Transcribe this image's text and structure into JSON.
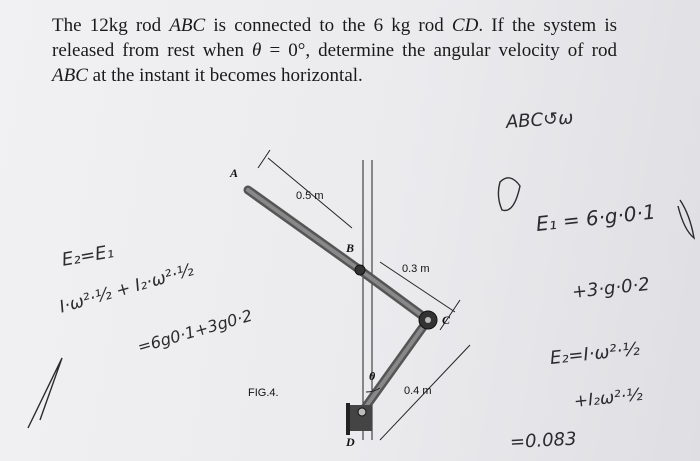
{
  "problem": {
    "line1_pre": "The 12kg rod ",
    "rod1": "ABC",
    "line1_mid": " is connected to the 6 kg rod ",
    "rod2": "CD",
    "line1_post": ". If the system is released from rest when ",
    "theta": "θ",
    "line2_mid": " = 0°, determine the angular velocity of rod ",
    "rod3": "ABC",
    "line2_post": " at the instant it becomes horizontal."
  },
  "figure": {
    "label_A": "A",
    "label_B": "B",
    "label_C": "C",
    "label_D": "D",
    "label_theta": "θ",
    "dim_AB": "0.5 m",
    "dim_BC": "0.3 m",
    "dim_CD": "0.4 m",
    "caption": "FIG.4."
  },
  "handwriting": {
    "abc_note": "ABC↺ω",
    "e2_e1": "E₂=E₁",
    "work_line1": "I·ω²·½ + I₂·ω²·½",
    "work_line2": "=6g0·1+3g0·2",
    "e1_eq": "E₁ = 6·g·0·1",
    "e1_cont": "+3·g·0·2",
    "e2_eq": "E₂=I·ω²·½",
    "e2_cont": "+I₂ω²·½",
    "result": "=0.083"
  }
}
